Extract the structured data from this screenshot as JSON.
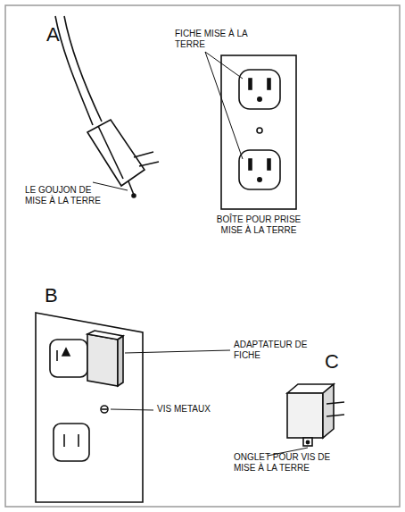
{
  "diagram": {
    "labels": [
      "A",
      "FICHE MISE À LA TERRE",
      "LE GOUJON DE MISE À LA TERRE",
      "BOÎTE POUR PRISE MISE À LA TERRE",
      "B",
      "ADAPTATEUR DE FICHE",
      "VIS METAUX",
      "C",
      "ONGLET POUR VIS DE MISE À LA TERRE"
    ]
  }
}
